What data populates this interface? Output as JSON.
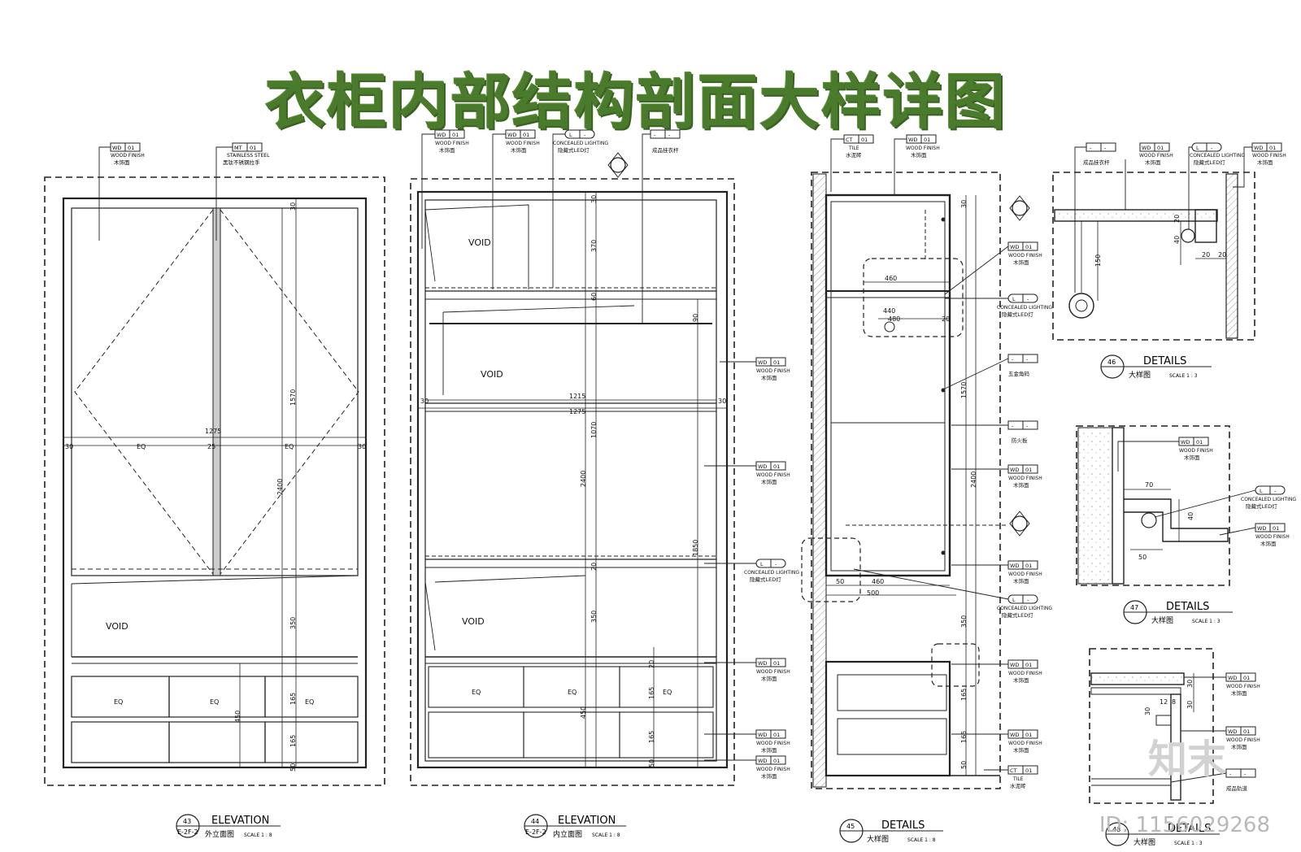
{
  "title": "衣柜内部结构剖面大样详图",
  "watermark": {
    "id_text": "ID: 1156029268",
    "logo_text": "知末"
  },
  "views": {
    "v43": {
      "number": "43",
      "ref": "E-2F-2",
      "name": "ELEVATION",
      "cn": "外立面图",
      "scale": "SCALE 1 : 8",
      "callouts": [
        {
          "code": "WD",
          "num": "01",
          "en": "WOOD FINISH",
          "cn": "木饰面"
        },
        {
          "code": "MT",
          "num": "01",
          "en": "STAINLESS STEEL",
          "cn": "黑钛不锈钢拉手"
        }
      ],
      "void": "VOID",
      "dims": {
        "d30": "30",
        "d1570": "1570",
        "d1275": "1275",
        "d2400": "2400",
        "d350": "350",
        "d165": "165",
        "d50": "50",
        "d450": "450",
        "d25": "25",
        "eq": "EQ"
      }
    },
    "v44": {
      "number": "44",
      "ref": "E-2F-2",
      "name": "ELEVATION",
      "cn": "内立面图",
      "scale": "SCALE 1 : 8",
      "callouts": [
        {
          "code": "WD",
          "num": "01",
          "en": "WOOD FINISH",
          "cn": "木饰面"
        },
        {
          "code": "WD",
          "num": "01",
          "en": "WOOD FINISH",
          "cn": "木饰面"
        },
        {
          "code": "L",
          "num": "-",
          "en": "CONCEALED LIGHTING",
          "cn": "隐藏式LED灯"
        },
        {
          "code": "-",
          "num": "-",
          "en": "",
          "cn": "成品挂衣杆"
        }
      ],
      "side_callouts": [
        {
          "code": "WD",
          "num": "01",
          "en": "WOOD FINISH",
          "cn": "木饰面"
        },
        {
          "code": "WD",
          "num": "01",
          "en": "WOOD FINISH",
          "cn": "木饰面"
        },
        {
          "code": "L",
          "num": "-",
          "en": "CONCEALED LIGHTING",
          "cn": "隐藏式LED灯"
        },
        {
          "code": "WD",
          "num": "01",
          "en": "WOOD FINISH",
          "cn": "木饰面"
        },
        {
          "code": "WD",
          "num": "01",
          "en": "WOOD FINISH",
          "cn": "木饰面"
        },
        {
          "code": "WD",
          "num": "01",
          "en": "WOOD FINISH",
          "cn": "木饰面"
        }
      ],
      "void": "VOID",
      "dims": {
        "d30": "30",
        "d370": "370",
        "d60": "60",
        "d90": "90",
        "d1215": "1215",
        "d1275": "1275",
        "d1070": "1070",
        "d2400": "2400",
        "d1850": "1850",
        "d350": "350",
        "d165": "165",
        "d50": "50",
        "d450": "450",
        "d20": "20",
        "eq": "EQ"
      }
    },
    "v45": {
      "number": "45",
      "name": "DETAILS",
      "cn": "大样图",
      "scale": "SCALE 1 : 8",
      "callouts": [
        {
          "code": "CT",
          "num": "01",
          "en": "TILE",
          "cn": "水泥砖"
        },
        {
          "code": "WD",
          "num": "01",
          "en": "WOOD FINISH",
          "cn": "木饰面"
        }
      ],
      "side_callouts": [
        {
          "code": "WD",
          "num": "01",
          "en": "WOOD FINISH",
          "cn": "木饰面"
        },
        {
          "code": "L",
          "num": "-",
          "en": "CONCEALED LIGHTING",
          "cn": "隐藏式LED灯"
        },
        {
          "code": "-",
          "num": "-",
          "en": "",
          "cn": "五金角码"
        },
        {
          "code": "-",
          "num": "-",
          "en": "",
          "cn": "防火板"
        },
        {
          "code": "WD",
          "num": "01",
          "en": "WOOD FINISH",
          "cn": "木饰面"
        },
        {
          "code": "WD",
          "num": "01",
          "en": "WOOD FINISH",
          "cn": "木饰面"
        },
        {
          "code": "L",
          "num": "-",
          "en": "CONCEALED LIGHTING",
          "cn": "隐藏式LED灯"
        },
        {
          "code": "WD",
          "num": "01",
          "en": "WOOD FINISH",
          "cn": "木饰面"
        },
        {
          "code": "WD",
          "num": "01",
          "en": "WOOD FINISH",
          "cn": "木饰面"
        },
        {
          "code": "CT",
          "num": "01",
          "en": "TILE",
          "cn": "水泥砖"
        }
      ],
      "dims": {
        "d460": "460",
        "d440": "440",
        "d480": "480",
        "d20": "20",
        "d1570": "1570",
        "d2400": "2400",
        "d500": "500",
        "d50": "50",
        "d350": "350",
        "d165": "165",
        "d30": "30"
      }
    },
    "v46": {
      "number": "46",
      "name": "DETAILS",
      "cn": "大样图",
      "scale": "SCALE 1 : 3",
      "callouts": [
        {
          "code": "-",
          "num": "-",
          "en": "",
          "cn": "成品挂衣杆"
        },
        {
          "code": "WD",
          "num": "01",
          "en": "WOOD FINISH",
          "cn": "木饰面"
        },
        {
          "code": "L",
          "num": "-",
          "en": "CONCEALED LIGHTING",
          "cn": "隐藏式LED灯"
        },
        {
          "code": "WD",
          "num": "01",
          "en": "WOOD FINISH",
          "cn": "木饰面"
        }
      ],
      "dims": {
        "d20": "20",
        "d40": "40",
        "d150": "150"
      }
    },
    "v47": {
      "number": "47",
      "name": "DETAILS",
      "cn": "大样图",
      "scale": "SCALE 1 : 3",
      "callouts": [
        {
          "code": "WD",
          "num": "01",
          "en": "WOOD FINISH",
          "cn": "木饰面"
        },
        {
          "code": "L",
          "num": "-",
          "en": "CONCEALED LIGHTING",
          "cn": "隐藏式LED灯"
        },
        {
          "code": "WD",
          "num": "01",
          "en": "WOOD FINISH",
          "cn": "木饰面"
        }
      ],
      "dims": {
        "d70": "70",
        "d40": "40",
        "d50": "50"
      }
    },
    "v48": {
      "number": "48",
      "name": "DETAILS",
      "cn": "大样图",
      "scale": "SCALE 1 : 3",
      "callouts": [
        {
          "code": "WD",
          "num": "01",
          "en": "WOOD FINISH",
          "cn": "木饰面"
        },
        {
          "code": "WD",
          "num": "01",
          "en": "WOOD FINISH",
          "cn": "木饰面"
        },
        {
          "code": "-",
          "num": "-",
          "en": "",
          "cn": "成品轨道"
        }
      ],
      "dims": {
        "d30": "30",
        "d12": "12",
        "d8": "8"
      }
    }
  }
}
